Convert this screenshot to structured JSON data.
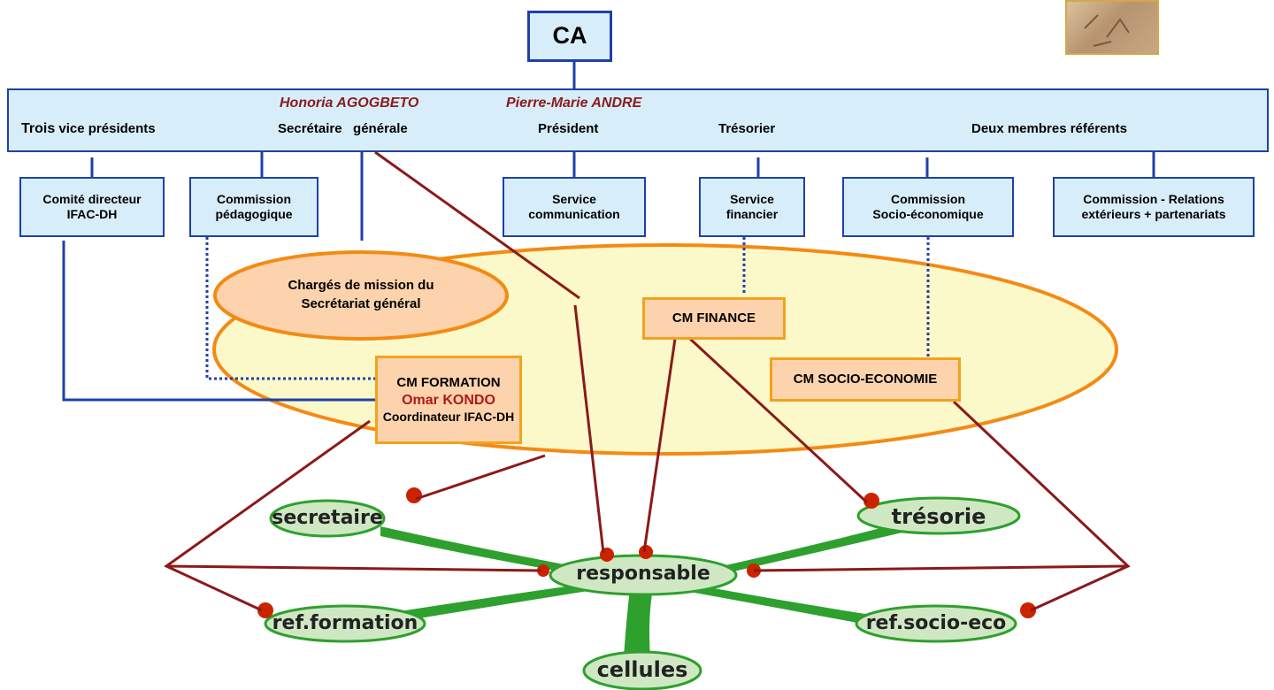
{
  "ca": {
    "label": "CA"
  },
  "names": {
    "secretary": "Honoria AGOGBETO",
    "president": "Pierre-Marie ANDRE"
  },
  "roles": {
    "vice_presidents_bold": "Trois",
    "vice_presidents_rest": " vice présidents",
    "secretary": "Secrétaire   générale",
    "president": "Président",
    "treasurer": "Trésorier",
    "members": "Deux membres référents"
  },
  "commissions": {
    "comite_line1": "Comité directeur",
    "comite_line2": "IFAC-DH",
    "pedagogique_line1": "Commission",
    "pedagogique_line2": "pédagogique",
    "communication_line1": "Service",
    "communication_line2": "communication",
    "financier_line1": "Service",
    "financier_line2": "financier",
    "socio_line1": "Commission",
    "socio_line2": "Socio-économique",
    "relations_line1": "Commission - Relations",
    "relations_line2": "extérieurs + partenariats"
  },
  "charges": {
    "line1": "Chargés de mission du",
    "line2": "Secrétariat général"
  },
  "cm": {
    "finance": "CM FINANCE",
    "formation_title": "CM FORMATION",
    "formation_name": "Omar KONDO",
    "formation_role": "Coordinateur IFAC-DH",
    "socio": "CM SOCIO-ECONOMIE"
  },
  "nodes": {
    "secretaire": "secretaire",
    "tresorie": "trésorie",
    "responsable": "responsable",
    "ref_formation": "ref.formation",
    "ref_socio": "ref.socio-eco",
    "cellules": "cellules"
  },
  "colors": {
    "blue_fill": "#d7eefa",
    "blue_border": "#2040a8",
    "orange_fill": "#fcd3ad",
    "orange_border": "#f3a21c",
    "ellipse_fill": "#fbf8c9",
    "ellipse_border": "#f48a14",
    "red_line": "#8b1a1a",
    "green": "#2ea02e",
    "node_fill": "#cfe8c3",
    "name_red": "#8b1a1a"
  }
}
